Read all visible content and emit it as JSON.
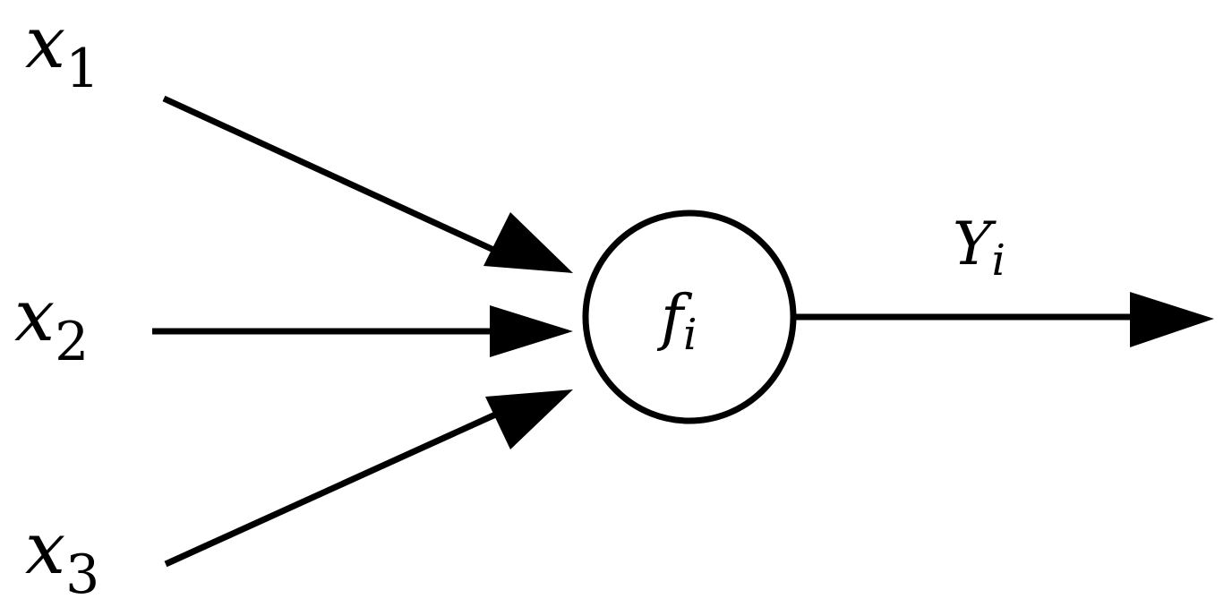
{
  "inputs": [
    {
      "symbol": "x",
      "subscript": "1"
    },
    {
      "symbol": "x",
      "subscript": "2"
    },
    {
      "symbol": "x",
      "subscript": "3"
    }
  ],
  "node": {
    "symbol": "f",
    "subscript": "i"
  },
  "output": {
    "symbol": "Y",
    "subscript": "i"
  },
  "colors": {
    "stroke": "#000000",
    "background": "#ffffff"
  }
}
